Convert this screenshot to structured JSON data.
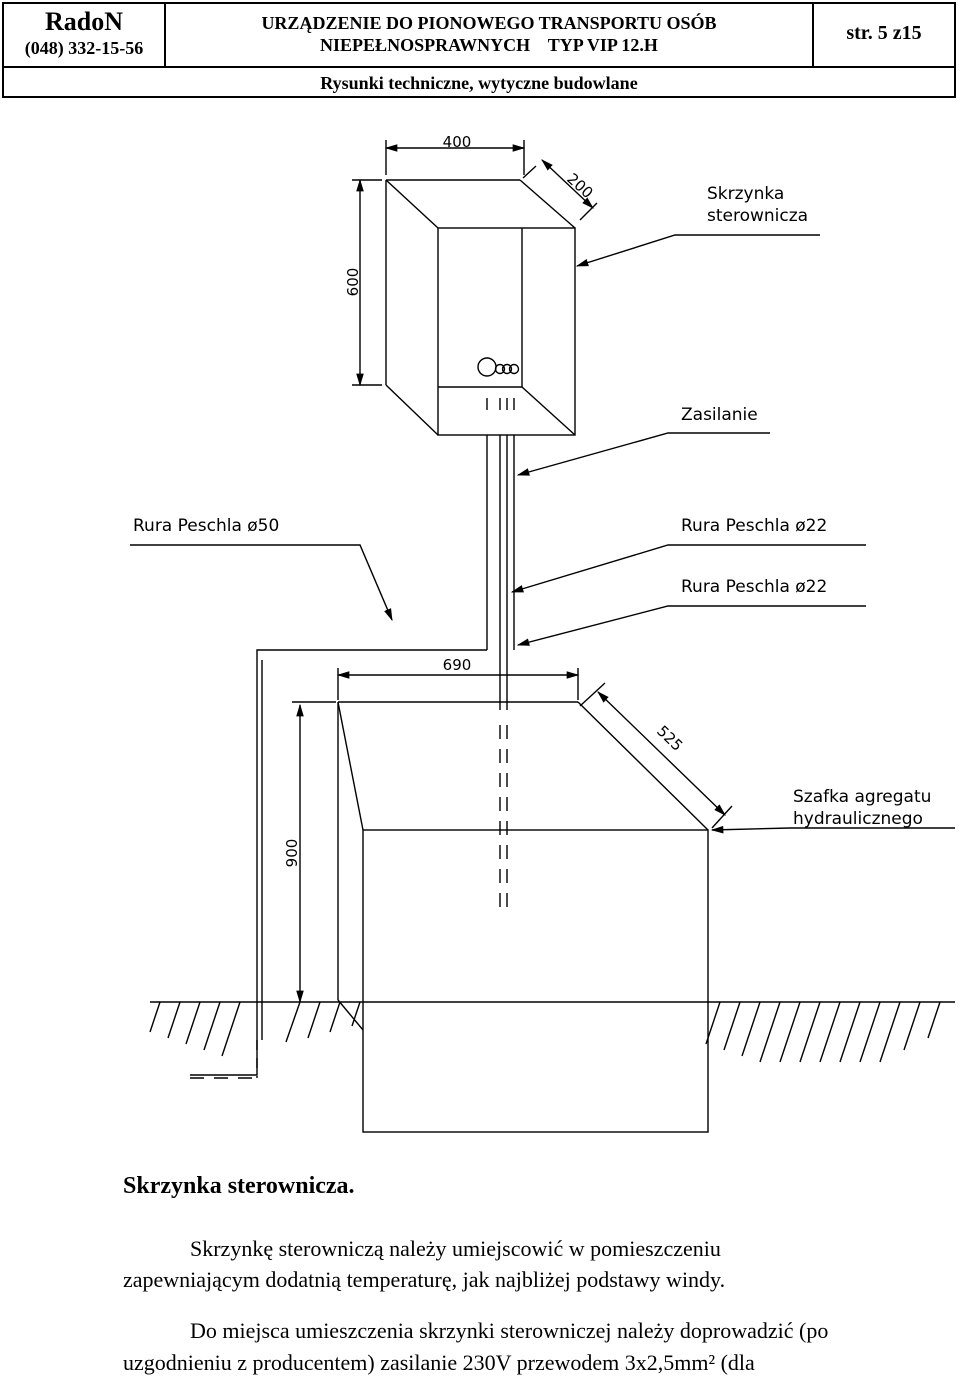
{
  "header": {
    "company": "RadoN",
    "phone": "(048) 332-15-56",
    "title_line1": "URZĄDZENIE DO PIONOWEGO TRANSPORTU OSÓB",
    "title_line2": "NIEPEŁNOSPRAWNYCH    TYP VIP 12.H",
    "page": "str. 5 z15",
    "subtitle": "Rysunki techniczne, wytyczne budowlane"
  },
  "drawing": {
    "dim_box_width": "400",
    "dim_box_depth": "200",
    "dim_box_height": "600",
    "label_box": [
      "Skrzynka",
      "sterownicza"
    ],
    "label_supply": "Zasilanie",
    "label_pipe50": "Rura Peschla ø50",
    "label_pipe22_a": "Rura Peschla ø22",
    "label_pipe22_b": "Rura Peschla ø22",
    "dim_cab_width": "690",
    "dim_cab_depth": "525",
    "dim_cab_height": "900",
    "label_cabinet": [
      "Szafka agregatu",
      "hydraulicznego"
    ]
  },
  "body": {
    "caption": "Skrzynka sterownicza.",
    "lines": [
      "Skrzynkę sterowniczą należy umiejscowić w pomieszczeniu",
      "zapewniającym dodatnią temperaturę, jak najbliżej podstawy windy.",
      "Do miejsca umieszczenia skrzynki sterowniczej należy doprowadzić (po",
      "uzgodnieniu z producentem) zasilanie 230V przewodem 3x2,5mm² (dla"
    ]
  }
}
